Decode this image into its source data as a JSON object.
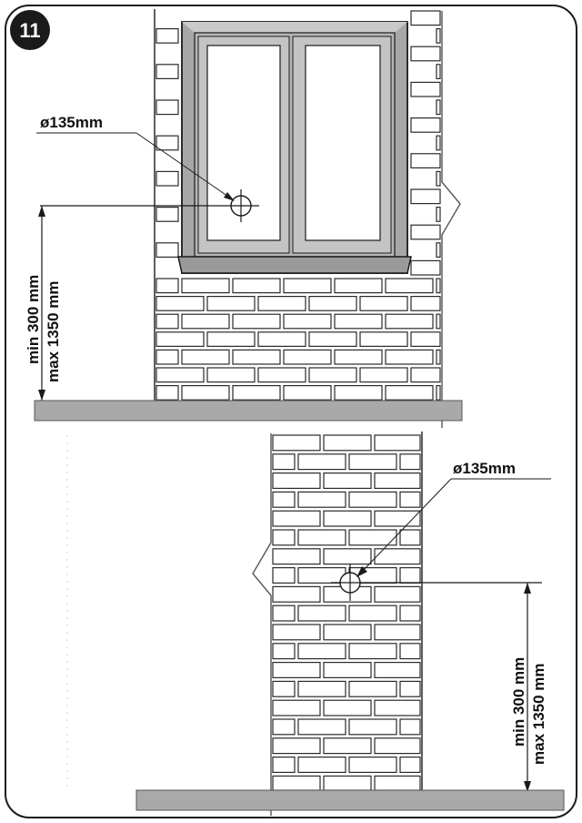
{
  "figure": {
    "number": "11"
  },
  "top_view": {
    "hole_label": "ø135mm",
    "dim_min": "min 300 mm",
    "dim_max": "max 1350 mm"
  },
  "bottom_view": {
    "hole_label": "ø135mm",
    "dim_min": "min 300 mm",
    "dim_max": "max 1350 mm"
  },
  "colors": {
    "frame": "#1a1a1a",
    "mortar": "#ffffff",
    "brick_line": "#2a2a2a",
    "window_frame": "#a7a7a7",
    "ground": "#a9a9a9",
    "badge": "#1a1a1a"
  }
}
